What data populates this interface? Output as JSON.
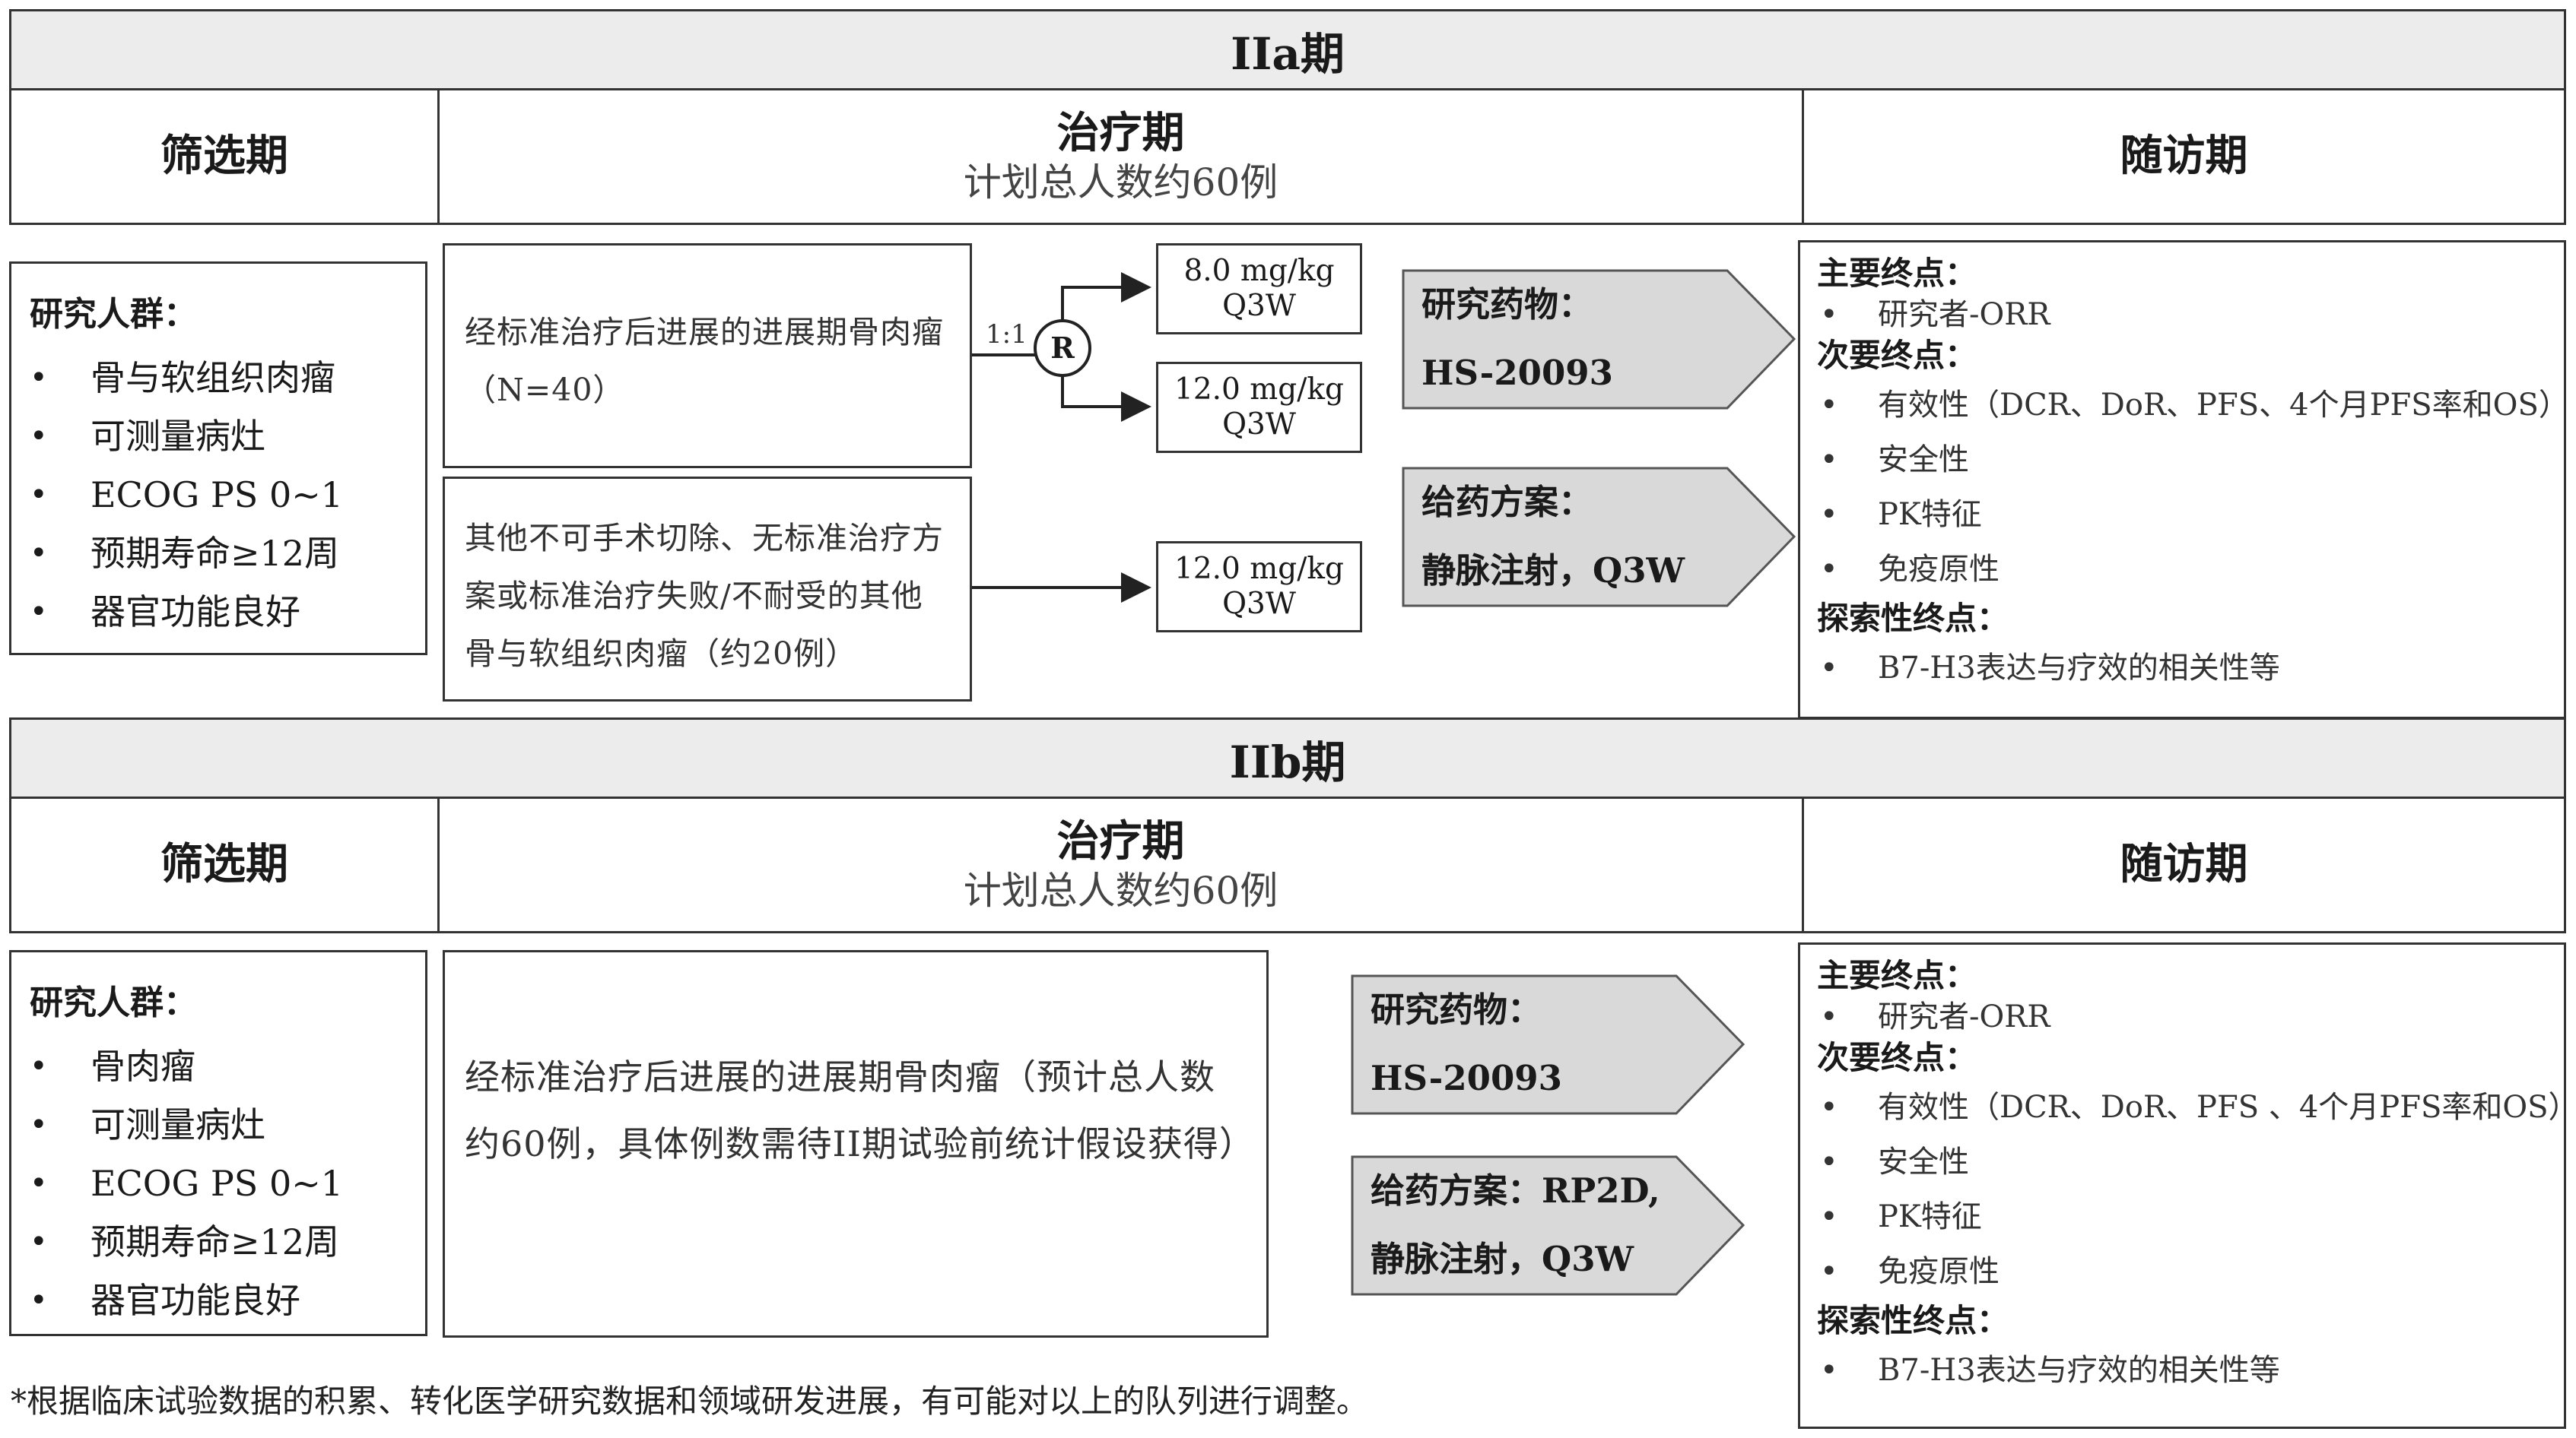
{
  "phase_a": {
    "title": "IIa期",
    "headers": {
      "screening": "筛选期",
      "treatment": "治疗期",
      "treatment_sub": "计划总人数约60例",
      "followup": "随访期"
    },
    "population": {
      "title": "研究人群：",
      "items": [
        "骨与软组织肉瘤",
        "可测量病灶",
        "ECOG PS 0~1",
        "预期寿命≥12周",
        "器官功能良好"
      ]
    },
    "cohort1": "经标准治疗后进展的进展期骨肉瘤（N=40）",
    "cohort2": "其他不可手术切除、无标准治疗方案或标准治疗失败/不耐受的其他骨与软组织肉瘤（约20例）",
    "ratio": "1:1",
    "randomize": "R",
    "doses": [
      {
        "dose": "8.0 mg/kg",
        "schedule": "Q3W"
      },
      {
        "dose": "12.0 mg/kg",
        "schedule": "Q3W"
      },
      {
        "dose": "12.0 mg/kg",
        "schedule": "Q3W"
      }
    ],
    "drug": {
      "label": "研究药物：",
      "value": "HS-20093"
    },
    "regimen": {
      "line1": "给药方案：",
      "line2": "静脉注射，Q3W"
    },
    "endpoints": {
      "primary_title": "主要终点：",
      "primary": [
        "研究者-ORR"
      ],
      "secondary_title": "次要终点：",
      "secondary": [
        "有效性（DCR、DoR、PFS、4个月PFS率和OS）",
        "安全性",
        "PK特征",
        "免疫原性"
      ],
      "exploratory_title": "探索性终点：",
      "exploratory": [
        "B7-H3表达与疗效的相关性等"
      ]
    }
  },
  "phase_b": {
    "title": "IIb期",
    "headers": {
      "screening": "筛选期",
      "treatment": "治疗期",
      "treatment_sub": "计划总人数约60例",
      "followup": "随访期"
    },
    "population": {
      "title": "研究人群：",
      "items": [
        "骨肉瘤",
        "可测量病灶",
        "ECOG PS 0~1",
        "预期寿命≥12周",
        "器官功能良好"
      ]
    },
    "cohort": "经标准治疗后进展的进展期骨肉瘤（预计总人数约60例，具体例数需待II期试验前统计假设获得）",
    "drug": {
      "label": "研究药物：",
      "value": "HS-20093"
    },
    "regimen": {
      "line1": "给药方案：RP2D,",
      "line2": "静脉注射，Q3W"
    },
    "endpoints": {
      "primary_title": "主要终点：",
      "primary": [
        "研究者-ORR"
      ],
      "secondary_title": "次要终点：",
      "secondary": [
        "有效性（DCR、DoR、PFS 、4个月PFS率和OS）",
        "安全性",
        "PK特征",
        "免疫原性"
      ],
      "exploratory_title": "探索性终点：",
      "exploratory": [
        "B7-H3表达与疗效的相关性等"
      ]
    }
  },
  "footnote": "*根据临床试验数据的积累、转化医学研究数据和领域研发进展，有可能对以上的队列进行调整。"
}
